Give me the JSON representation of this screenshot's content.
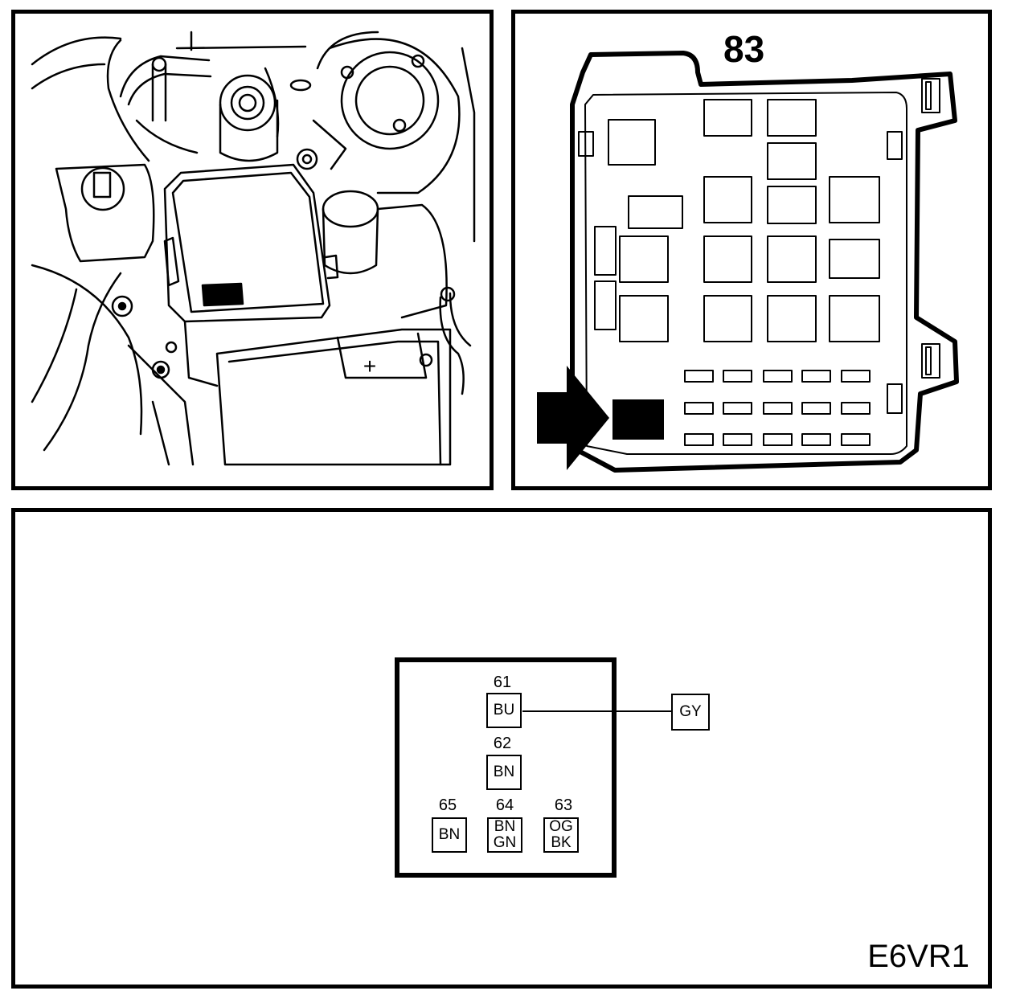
{
  "fusebox": {
    "number": "83"
  },
  "connector": {
    "pins": [
      {
        "num": "61",
        "colors": [
          "BU"
        ]
      },
      {
        "num": "62",
        "colors": [
          "BN"
        ]
      },
      {
        "num": "65",
        "colors": [
          "BN"
        ]
      },
      {
        "num": "64",
        "colors": [
          "BN",
          "GN"
        ]
      },
      {
        "num": "63",
        "colors": [
          "OG",
          "BK"
        ]
      }
    ],
    "external_wire": "GY"
  },
  "engine_bay": {
    "battery_symbol": "+"
  },
  "figure_code": "E6VR1",
  "colors": {
    "ink": "#000000",
    "paper": "#ffffff"
  }
}
